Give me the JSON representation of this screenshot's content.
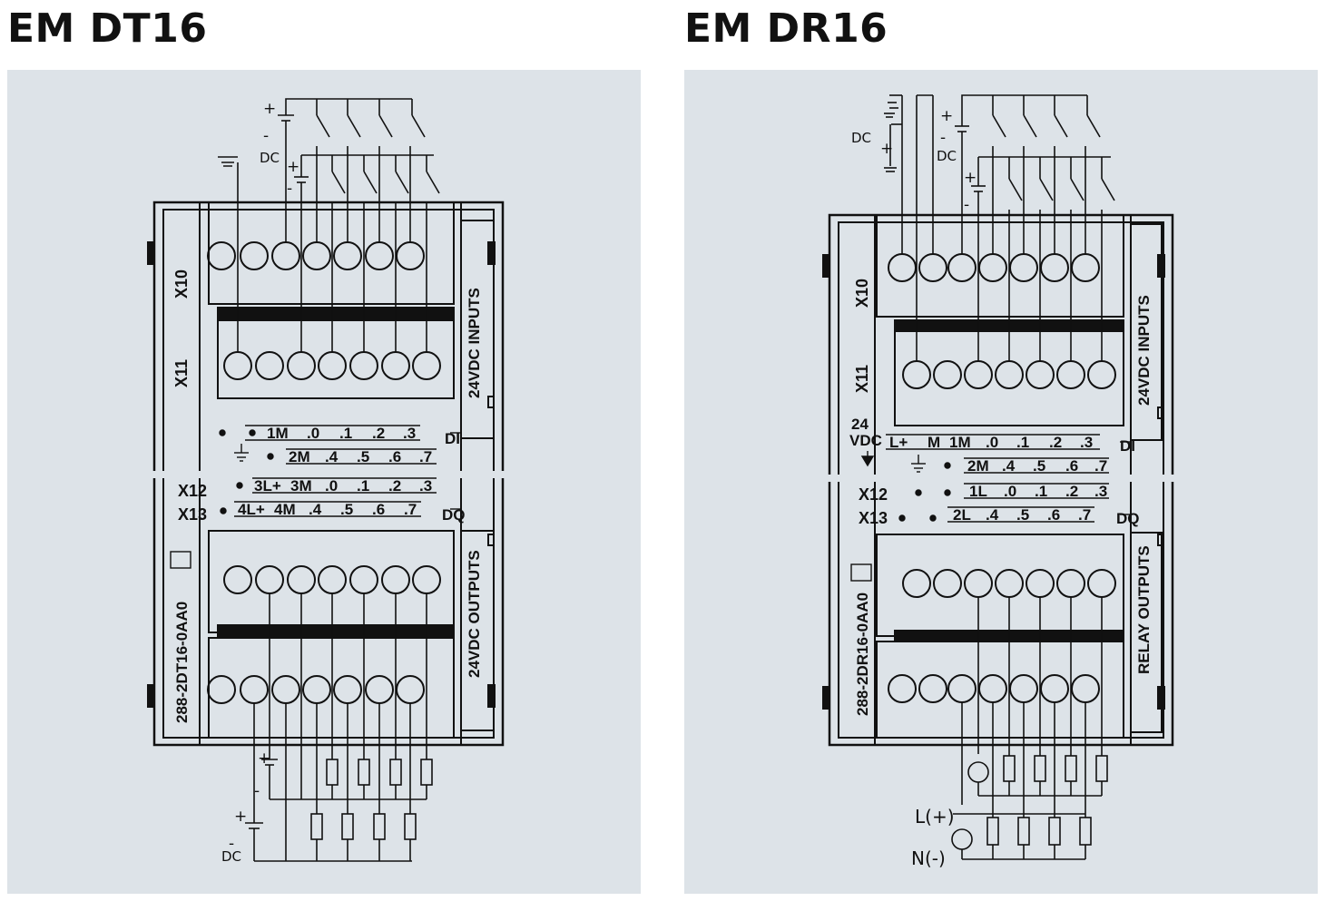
{
  "left": {
    "title": "EM DT16",
    "part_number": "288-2DT16-0AA0",
    "connectors": {
      "x10": "X10",
      "x11": "X11",
      "x12": "X12",
      "x13": "X13"
    },
    "side_inputs": "24VDC  INPUTS",
    "side_outputs": "24VDC OUTPUTS",
    "di": "DI",
    "dq": "DQ",
    "row1": [
      "1M",
      ".0",
      ".1",
      ".2",
      ".3"
    ],
    "row2": [
      "2M",
      ".4",
      ".5",
      ".6",
      ".7"
    ],
    "row3": [
      "3L+",
      "3M",
      ".0",
      ".1",
      ".2",
      ".3"
    ],
    "row4": [
      "4L+",
      "4M",
      ".4",
      ".5",
      ".6",
      ".7"
    ],
    "dc_label": "DC",
    "plus": "+",
    "minus": "-"
  },
  "right": {
    "title": "EM DR16",
    "part_number": "288-2DR16-0AA0",
    "connectors": {
      "x10": "X10",
      "x11": "X11",
      "x12": "X12",
      "x13": "X13"
    },
    "side_inputs": "24VDC  INPUTS",
    "side_outputs": "RELAY OUTPUTS",
    "di": "DI",
    "dq": "DQ",
    "supply_a": "24",
    "supply_b": "VDC",
    "supply_terms": [
      "L+",
      "M"
    ],
    "row1": [
      "1M",
      ".0",
      ".1",
      ".2",
      ".3"
    ],
    "row2": [
      "2M",
      ".4",
      ".5",
      ".6",
      ".7"
    ],
    "row3": [
      "1L",
      ".0",
      ".1",
      ".2",
      ".3"
    ],
    "row4": [
      "2L",
      ".4",
      ".5",
      ".6",
      ".7"
    ],
    "dc_label": "DC",
    "plus": "+",
    "minus": "-",
    "ac_live": "L(+)",
    "ac_neutral": "N(-)"
  }
}
